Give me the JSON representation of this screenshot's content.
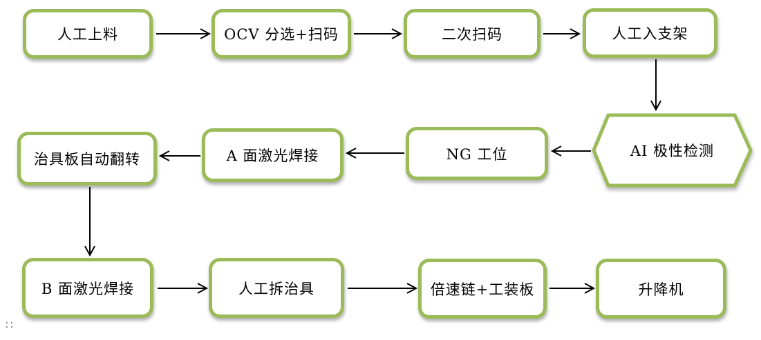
{
  "diagram": {
    "type": "flowchart",
    "background_color": "#ffffff",
    "node_border_color": "#9bbb59",
    "node_fill_color": "#ffffff",
    "text_color": "#000000",
    "arrow_color": "#000000",
    "nodes": [
      {
        "id": "manual-loading",
        "label": "人工上料",
        "shape": "rounded-rect",
        "row": 1
      },
      {
        "id": "ocv-sorting-scanning",
        "label": "OCV 分选+扫码",
        "shape": "rounded-rect",
        "row": 1
      },
      {
        "id": "secondary-scanning",
        "label": "二次扫码",
        "shape": "rounded-rect",
        "row": 1
      },
      {
        "id": "manual-into-bracket",
        "label": "人工入支架",
        "shape": "rounded-rect",
        "row": 1
      },
      {
        "id": "ai-polarity-inspection",
        "label": "AI 极性检测",
        "shape": "hexagon",
        "row": 2
      },
      {
        "id": "ng-station",
        "label": "NG 工位",
        "shape": "rounded-rect",
        "row": 2
      },
      {
        "id": "a-side-laser-welding",
        "label": "A 面激光焊接",
        "shape": "rounded-rect",
        "row": 2
      },
      {
        "id": "fixture-plate-auto-flip",
        "label": "治具板自动翻转",
        "shape": "rounded-rect",
        "row": 2
      },
      {
        "id": "b-side-laser-welding",
        "label": "B 面激光焊接",
        "shape": "rounded-rect",
        "row": 3
      },
      {
        "id": "manual-fixture-removal",
        "label": "人工拆治具",
        "shape": "rounded-rect",
        "row": 3
      },
      {
        "id": "speed-chain-pallet",
        "label": "倍速链+工装板",
        "shape": "rounded-rect",
        "row": 3
      },
      {
        "id": "lifter",
        "label": "升降机",
        "shape": "rounded-rect",
        "row": 3
      }
    ],
    "edges": [
      {
        "from": "人工上料",
        "to": "OCV 分选+扫码",
        "direction": "right"
      },
      {
        "from": "OCV 分选+扫码",
        "to": "二次扫码",
        "direction": "right"
      },
      {
        "from": "二次扫码",
        "to": "人工入支架",
        "direction": "right"
      },
      {
        "from": "人工入支架",
        "to": "AI 极性检测",
        "direction": "down"
      },
      {
        "from": "AI 极性检测",
        "to": "NG 工位",
        "direction": "left"
      },
      {
        "from": "NG 工位",
        "to": "A 面激光焊接",
        "direction": "left"
      },
      {
        "from": "A 面激光焊接",
        "to": "治具板自动翻转",
        "direction": "left"
      },
      {
        "from": "治具板自动翻转",
        "to": "B 面激光焊接",
        "direction": "down"
      },
      {
        "from": "B 面激光焊接",
        "to": "人工拆治具",
        "direction": "right"
      },
      {
        "from": "人工拆治具",
        "to": "倍速链+工装板",
        "direction": "right"
      },
      {
        "from": "倍速链+工装板",
        "to": "升降机",
        "direction": "right"
      }
    ],
    "anchor_glyph": "∷"
  }
}
